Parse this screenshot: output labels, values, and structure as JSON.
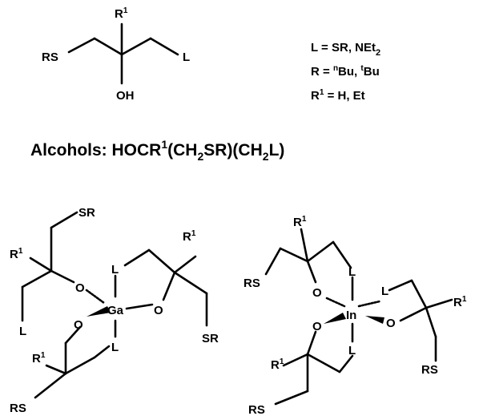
{
  "definitions": {
    "L": {
      "lhs": "L = SR, NEt",
      "sub": "2"
    },
    "R": {
      "lhs": "R = ",
      "sup1": "n",
      "mid": "Bu, ",
      "sup2": "t",
      "rest": "Bu"
    },
    "R1": {
      "lhs": "R",
      "sup": "1",
      "rest": " = H, Et"
    }
  },
  "caption": {
    "prefix": "Alcohols:  HOCR",
    "sup1": "1",
    "part2": "(CH",
    "sub1": "2",
    "part3": "SR)(CH",
    "sub2": "2",
    "part4": "L)"
  },
  "labels": {
    "RS": "RS",
    "SR": "SR",
    "OH": "OH",
    "O": "O",
    "L": "L",
    "R": "R",
    "sup1": "1",
    "Ga": "Ga",
    "In": "In"
  }
}
